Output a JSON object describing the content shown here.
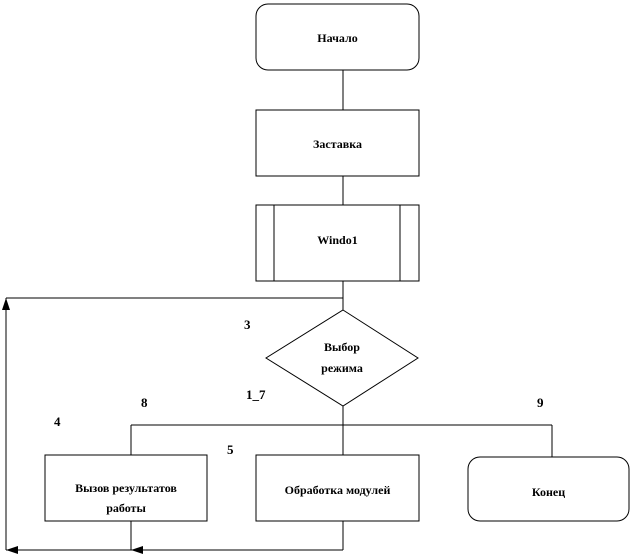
{
  "nodes": {
    "start": "Начало",
    "splash": "Заставка",
    "window": "Windo1",
    "mode_line1": "Выбор",
    "mode_line2": "режима",
    "results_line1": "Вызов результатов",
    "results_line2": "работы",
    "modules": "Обработка модулей",
    "end": "Конец"
  },
  "labels": {
    "n3": "3",
    "n1_7": "1_7",
    "n4": "4",
    "n5": "5",
    "n8": "8",
    "n9": "9"
  }
}
